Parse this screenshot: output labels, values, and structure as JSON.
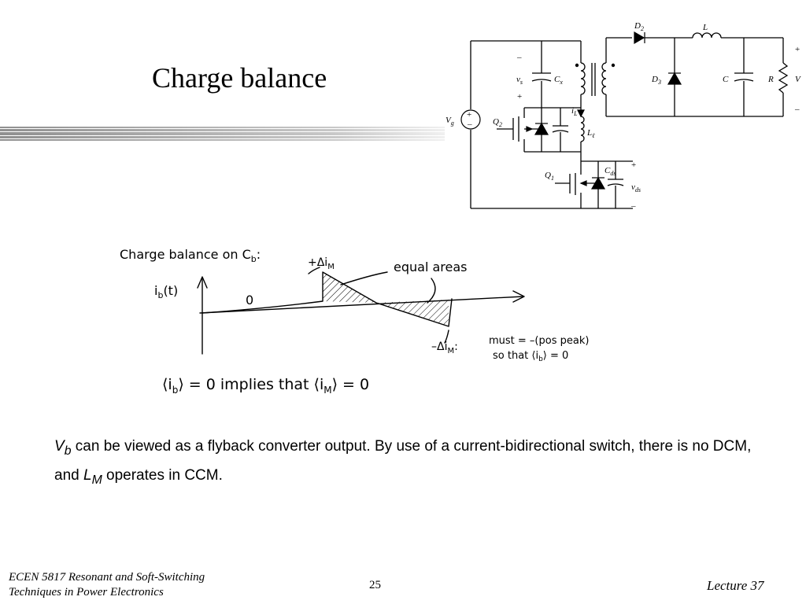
{
  "slide": {
    "title": "Charge balance",
    "body": {
      "vb_symbol": "V",
      "vb_sub": "b",
      "text_part1": " can be viewed as a flyback converter output. By use of a current-bidirectional switch, there is no DCM, and ",
      "lm_symbol": "L",
      "lm_sub": "M",
      "text_part2": " operates in CCM."
    }
  },
  "footer": {
    "course_line1": "ECEN 5817  Resonant and Soft-Switching",
    "course_line2": "Techniques in Power Electronics",
    "page_number": "25",
    "lecture": "Lecture 37"
  },
  "schematic": {
    "labels": {
      "d2": "D",
      "d2_sub": "2",
      "l": "L",
      "d3": "D",
      "d3_sub": "3",
      "c": "C",
      "r": "R",
      "v": "V",
      "vg": "V",
      "vg_sub": "g",
      "vs": "v",
      "vs_sub": "s",
      "cx": "C",
      "cx_sub": "x",
      "q2": "Q",
      "q2_sub": "2",
      "il": "i",
      "il_sub": "L",
      "ll": "L",
      "ll_sub": "ℓ",
      "q1": "Q",
      "q1_sub": "1",
      "cds": "C",
      "cds_sub": "ds",
      "vds": "v",
      "vds_sub": "ds",
      "plus": "+",
      "minus": "–"
    }
  },
  "sketch": {
    "heading": "Charge balance on C",
    "heading_sub": "b",
    "heading_colon": ":",
    "ylabel": "i",
    "ylabel_sub": "b",
    "ylabel_rest": "(t)",
    "zero_label": "0",
    "pos_peak": "+Δi",
    "pos_peak_sub": "M",
    "equal_areas": "equal areas",
    "neg_peak": "–Δi",
    "neg_peak_sub": "M",
    "neg_peak_colon": ":",
    "must_note_1": "must = –(pos peak)",
    "must_note_2": "so that ⟨i",
    "must_note_2_sub": "b",
    "must_note_2_end": "⟩ = 0",
    "conclusion_a": "⟨i",
    "conclusion_a_sub": "b",
    "conclusion_b": "⟩ = 0   implies   that   ⟨i",
    "conclusion_b_sub": "M",
    "conclusion_c": "⟩ = 0"
  }
}
